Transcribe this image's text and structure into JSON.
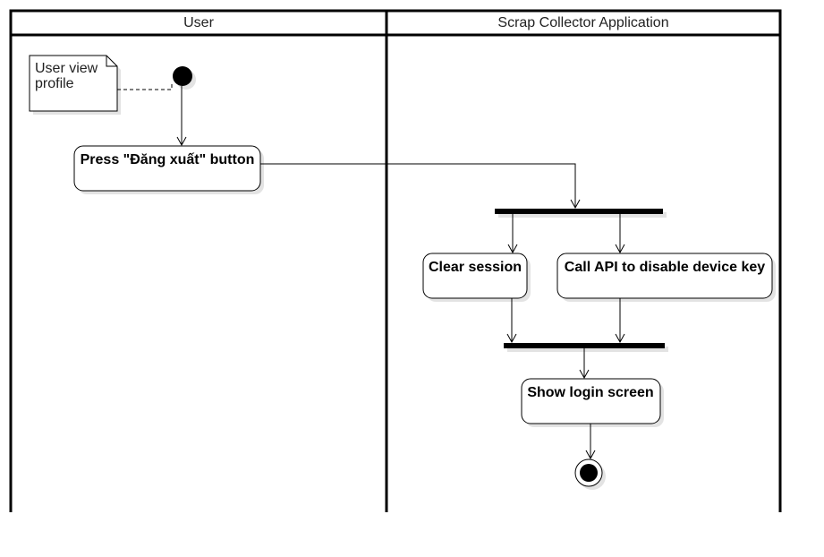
{
  "diagram": {
    "type": "uml-activity-diagram",
    "swimlanes": [
      {
        "id": "user",
        "title": "User"
      },
      {
        "id": "app",
        "title": "Scrap Collector Application"
      }
    ],
    "note": {
      "lines": [
        "User view",
        "profile"
      ]
    },
    "actions": {
      "press_logout": "Press \"Đăng xuất\" button",
      "clear_session": "Clear session",
      "call_api": "Call API to disable device key",
      "show_login": "Show login screen"
    },
    "nodes": [
      {
        "id": "start",
        "kind": "initial"
      },
      {
        "id": "press_logout",
        "kind": "action",
        "lane": "user"
      },
      {
        "id": "fork",
        "kind": "fork",
        "lane": "app"
      },
      {
        "id": "clear_session",
        "kind": "action",
        "lane": "app"
      },
      {
        "id": "call_api",
        "kind": "action",
        "lane": "app"
      },
      {
        "id": "join",
        "kind": "join",
        "lane": "app"
      },
      {
        "id": "show_login",
        "kind": "action",
        "lane": "app"
      },
      {
        "id": "end",
        "kind": "final",
        "lane": "app"
      }
    ],
    "flows": [
      [
        "start",
        "press_logout"
      ],
      [
        "press_logout",
        "fork"
      ],
      [
        "fork",
        "clear_session"
      ],
      [
        "fork",
        "call_api"
      ],
      [
        "clear_session",
        "join"
      ],
      [
        "call_api",
        "join"
      ],
      [
        "join",
        "show_login"
      ],
      [
        "show_login",
        "end"
      ]
    ]
  }
}
